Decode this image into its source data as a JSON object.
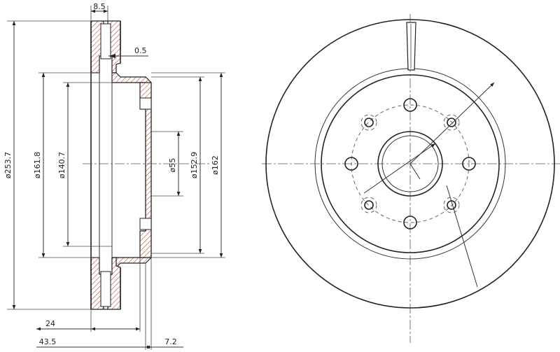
{
  "drawing": {
    "colors": {
      "ink": "#222222",
      "paper": "#ffffff",
      "hatch": "#b5503c"
    },
    "dimensions": {
      "outer_diameter": "ø253.7",
      "friction_ring_inner": "ø161.8",
      "hat_outer": "ø140.7",
      "center_bore": "ø55",
      "hat_mid": "ø152.9",
      "hat_diameter": "ø162",
      "rib_thickness": "8.5",
      "offset_small": "0.5",
      "disc_thickness": "24",
      "total_height": "43.5",
      "hat_thickness": "7.2"
    }
  }
}
